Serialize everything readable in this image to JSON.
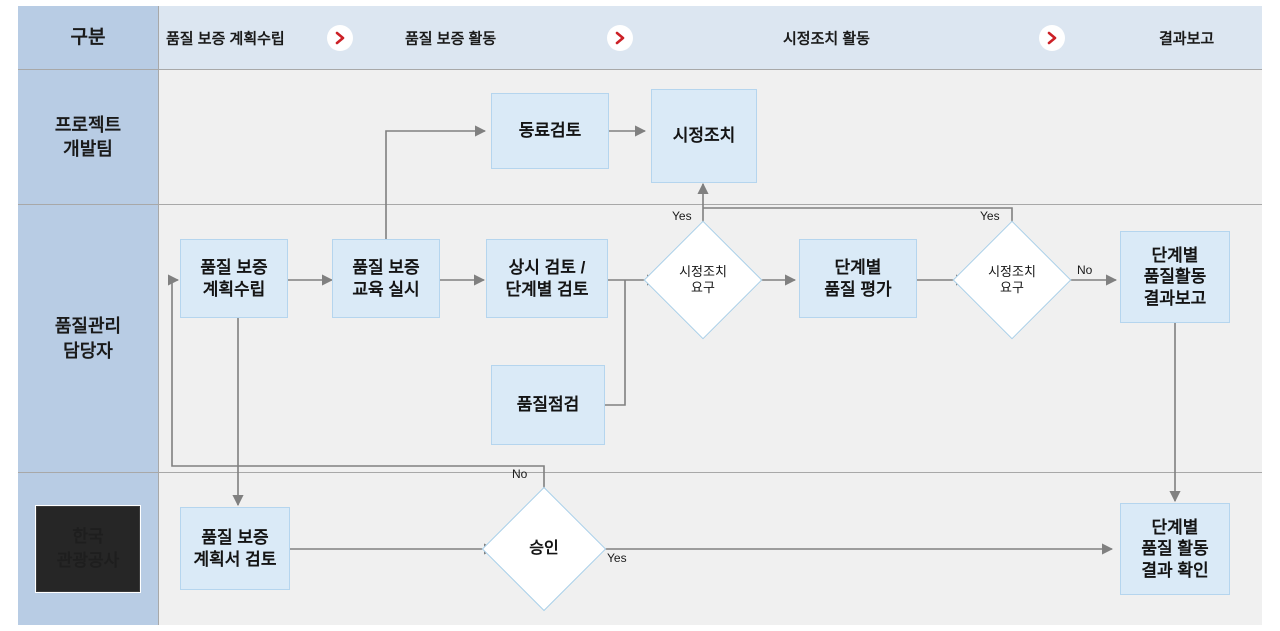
{
  "diagram": {
    "title_column_header": "구분",
    "phases": [
      {
        "label": "품질 보증 계획수립"
      },
      {
        "label": "품질 보증 활동"
      },
      {
        "label": "시정조치 활동"
      },
      {
        "label": "결과보고"
      }
    ],
    "phase_separator_icon": "chevron-right-icon",
    "lanes": [
      {
        "id": "project-dev-team",
        "label_line1": "프로젝트",
        "label_line2": "개발팀"
      },
      {
        "id": "quality-manager",
        "label_line1": "품질관리",
        "label_line2": "담당자"
      },
      {
        "id": "kto",
        "label_line1": "한국",
        "label_line2": "관광공사",
        "is_logo": true
      }
    ],
    "nodes": [
      {
        "id": "peer-review",
        "lane": "project-dev-team",
        "shape": "process",
        "text": "동료검토"
      },
      {
        "id": "corrective-action",
        "lane": "project-dev-team",
        "shape": "process",
        "text": "시정조치"
      },
      {
        "id": "qa-plan",
        "lane": "quality-manager",
        "shape": "process",
        "text_lines": [
          "품질 보증",
          "계획수립"
        ]
      },
      {
        "id": "qa-training",
        "lane": "quality-manager",
        "shape": "process",
        "text_lines": [
          "품질 보증",
          "교육 실시"
        ]
      },
      {
        "id": "review-always",
        "lane": "quality-manager",
        "shape": "process",
        "text_lines": [
          "상시 검토 /",
          "단계별 검토"
        ]
      },
      {
        "id": "ca-request-1",
        "lane": "quality-manager",
        "shape": "decision",
        "text_lines": [
          "시정조치",
          "요구"
        ]
      },
      {
        "id": "stage-quality-eval",
        "lane": "quality-manager",
        "shape": "process",
        "text_lines": [
          "단계별",
          "품질 평가"
        ]
      },
      {
        "id": "ca-request-2",
        "lane": "quality-manager",
        "shape": "decision",
        "text_lines": [
          "시정조치",
          "요구"
        ]
      },
      {
        "id": "stage-qa-report",
        "lane": "quality-manager",
        "shape": "process",
        "text_lines": [
          "단계별",
          "품질활동",
          "결과보고"
        ]
      },
      {
        "id": "quality-check",
        "lane": "quality-manager",
        "shape": "process",
        "text": "품질점검"
      },
      {
        "id": "plan-review",
        "lane": "kto",
        "shape": "process",
        "text_lines": [
          "품질 보증",
          "계획서 검토"
        ]
      },
      {
        "id": "approval",
        "lane": "kto",
        "shape": "decision",
        "text": "승인"
      },
      {
        "id": "stage-result-check",
        "lane": "kto",
        "shape": "process",
        "text_lines": [
          "단계별",
          "품질 활동",
          "결과 확인"
        ]
      }
    ],
    "edge_labels": {
      "yes_ca1": "Yes",
      "yes_ca2": "Yes",
      "no_ca2": "No",
      "no_approval": "No",
      "yes_approval": "Yes"
    },
    "colors": {
      "lane_header_fill": "#b8cce4",
      "phase_strip_fill": "#dce6f1",
      "lane_body_fill": "#f0f0f0",
      "process_fill": "#daeaf7",
      "process_stroke": "#b5d5ee",
      "decision_fill": "#ffffff",
      "decision_stroke": "#a9cfe8",
      "connector": "#808080",
      "chevron": "#cc2026",
      "logo_fill": "#262626"
    }
  }
}
